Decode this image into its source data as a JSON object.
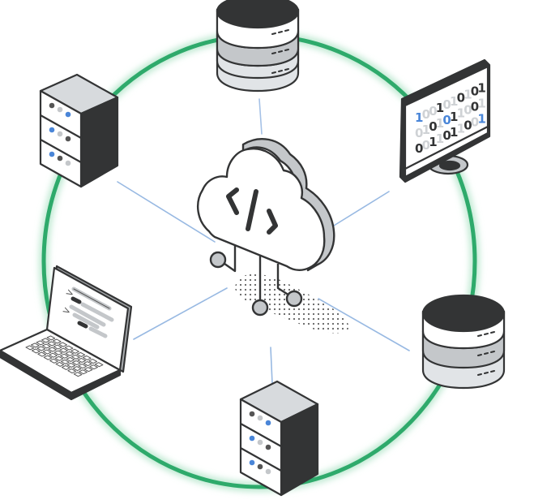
{
  "diagram": {
    "title": "Cloud code network",
    "colors": {
      "ring": "#2eaa6b",
      "ring_glow": "#bfe9d2",
      "spoke": "#7fa8dc",
      "ink": "#333435",
      "light_grey": "#d7dadd",
      "mid_grey": "#c4c7ca",
      "blue": "#4a86d8"
    },
    "center": {
      "name": "cloud",
      "icon": "code-brackets-icon",
      "glyph": "</>"
    },
    "nodes": [
      {
        "name": "database-top",
        "type": "database"
      },
      {
        "name": "monitor",
        "type": "monitor"
      },
      {
        "name": "database-right",
        "type": "database"
      },
      {
        "name": "server-bottom",
        "type": "server"
      },
      {
        "name": "laptop",
        "type": "laptop"
      },
      {
        "name": "server-top-left",
        "type": "server"
      }
    ],
    "monitor_screen": {
      "rows": [
        [
          "1",
          "0",
          "0",
          "1",
          "0",
          "1",
          "0",
          "1",
          "0",
          "1"
        ],
        [
          "0",
          "1",
          "0",
          "1",
          "0",
          "1",
          "1",
          "0",
          "0",
          "1"
        ],
        [
          "0",
          "0",
          "1",
          "1",
          "0",
          "1",
          "1",
          "0",
          "0",
          "1"
        ]
      ],
      "row_colors": [
        [
          "b",
          "g",
          "g",
          "k",
          "g",
          "g",
          "k",
          "g",
          "k",
          "k"
        ],
        [
          "g",
          "g",
          "k",
          "g",
          "b",
          "k",
          "g",
          "g",
          "k",
          "g"
        ],
        [
          "k",
          "g",
          "k",
          "g",
          "k",
          "k",
          "g",
          "k",
          "g",
          "b"
        ]
      ]
    },
    "laptop_screen": {
      "prompts": [
        ">",
        ">"
      ]
    }
  }
}
